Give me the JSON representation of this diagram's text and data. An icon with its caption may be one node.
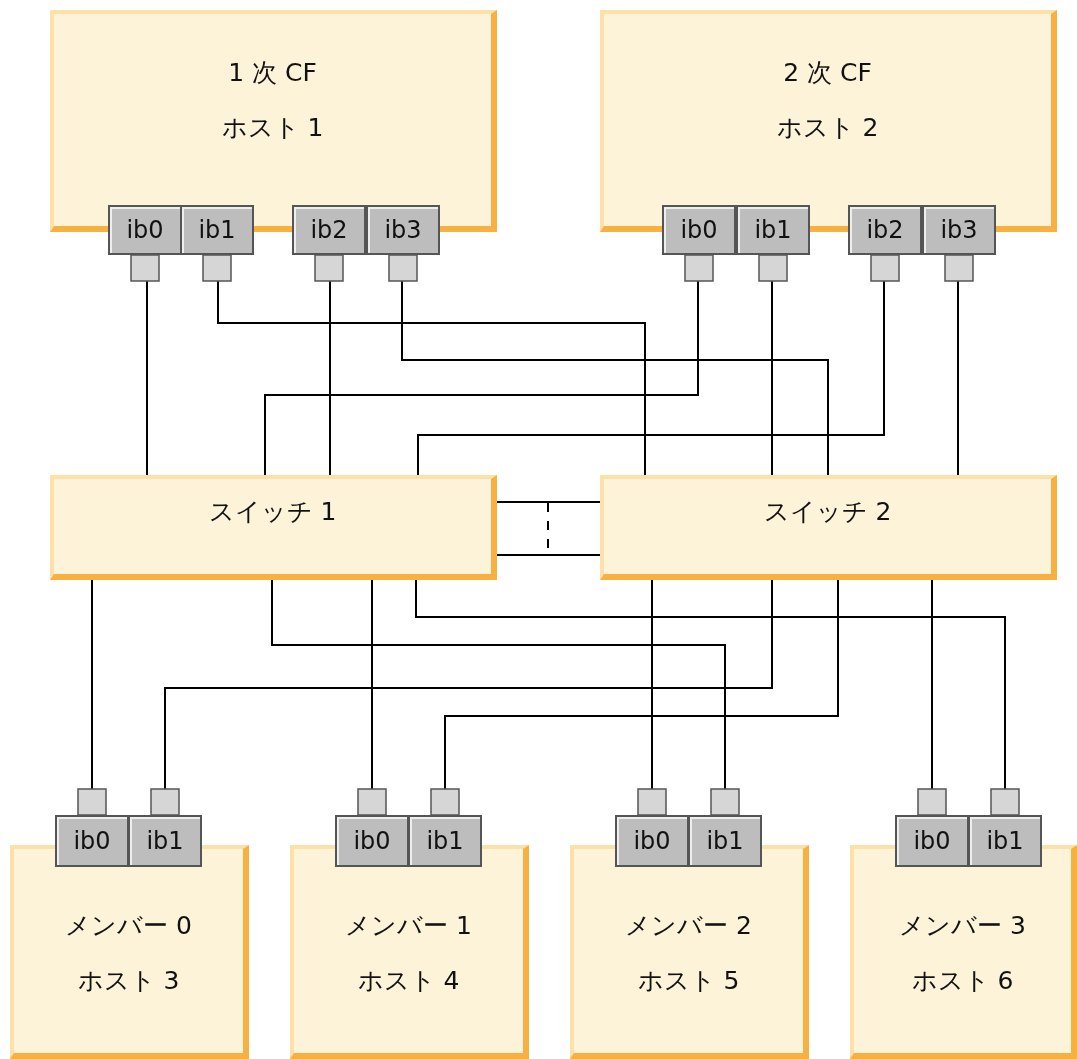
{
  "diagram": {
    "nodes": [
      {
        "text": [
          "1 次 CF",
          "ホスト 1"
        ]
      },
      {
        "text": [
          "2 次 CF",
          "ホスト 2"
        ]
      },
      {
        "text": [
          "ib0"
        ]
      },
      {
        "text": [
          "ib1"
        ]
      },
      {
        "text": [
          "ib2"
        ]
      },
      {
        "text": [
          "ib3"
        ]
      },
      {
        "text": [
          "ib0"
        ]
      },
      {
        "text": [
          "ib1"
        ]
      },
      {
        "text": [
          "ib2"
        ]
      },
      {
        "text": [
          "ib3"
        ]
      },
      {
        "text": [
          "スイッチ 1"
        ]
      },
      {
        "text": [
          "スイッチ 2"
        ]
      },
      {
        "text": [
          "ib0"
        ]
      },
      {
        "text": [
          "ib1"
        ]
      },
      {
        "text": [
          "ib0"
        ]
      },
      {
        "text": [
          "ib1"
        ]
      },
      {
        "text": [
          "ib0"
        ]
      },
      {
        "text": [
          "ib1"
        ]
      },
      {
        "text": [
          "ib0"
        ]
      },
      {
        "text": [
          "ib1"
        ]
      },
      {
        "text": [
          "メンバー 0",
          "ホスト 3"
        ]
      },
      {
        "text": [
          "メンバー 1",
          "ホスト 4"
        ]
      },
      {
        "text": [
          "メンバー 2",
          "ホスト 5"
        ]
      },
      {
        "text": [
          "メンバー 3",
          "ホスト 6"
        ]
      }
    ],
    "edges": [
      {
        "from": 2,
        "to": 10,
        "arrow": "none"
      },
      {
        "from": 3,
        "to": 11,
        "arrow": "none"
      },
      {
        "from": 4,
        "to": 10,
        "arrow": "none"
      },
      {
        "from": 5,
        "to": 11,
        "arrow": "none"
      },
      {
        "from": 6,
        "to": 10,
        "arrow": "none"
      },
      {
        "from": 7,
        "to": 11,
        "arrow": "none"
      },
      {
        "from": 8,
        "to": 10,
        "arrow": "none"
      },
      {
        "from": 9,
        "to": 11,
        "arrow": "none"
      },
      {
        "from": 10,
        "to": 11,
        "arrow": "none"
      },
      {
        "from": 10,
        "to": 11,
        "arrow": "none"
      },
      {
        "from": 10,
        "to": 12,
        "arrow": "none"
      },
      {
        "from": 10,
        "to": 17,
        "arrow": "none"
      },
      {
        "from": 10,
        "to": 14,
        "arrow": "none"
      },
      {
        "from": 10,
        "to": 19,
        "arrow": "none"
      },
      {
        "from": 11,
        "to": 13,
        "arrow": "none"
      },
      {
        "from": 11,
        "to": 16,
        "arrow": "none"
      },
      {
        "from": 11,
        "to": 15,
        "arrow": "none"
      },
      {
        "from": 11,
        "to": 18,
        "arrow": "none"
      }
    ]
  }
}
